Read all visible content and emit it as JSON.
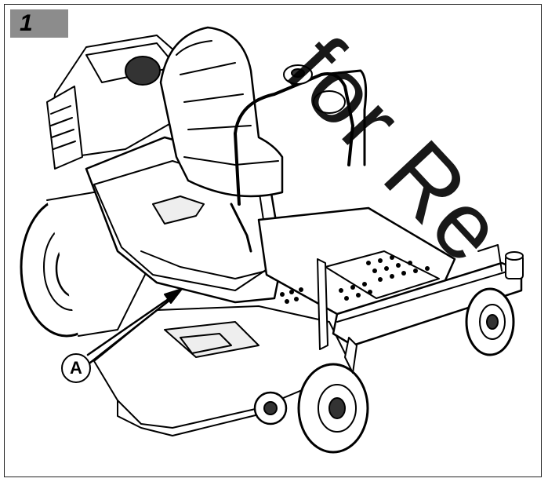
{
  "figure": {
    "number": "1"
  },
  "watermark": {
    "text": "for Re"
  },
  "callout": {
    "label": "A"
  },
  "colors": {
    "stroke": "#000000",
    "figure_tag": "#8c8c8c",
    "background": "#ffffff"
  },
  "subject": {
    "icon": "zero-turn-mower-illustration"
  }
}
